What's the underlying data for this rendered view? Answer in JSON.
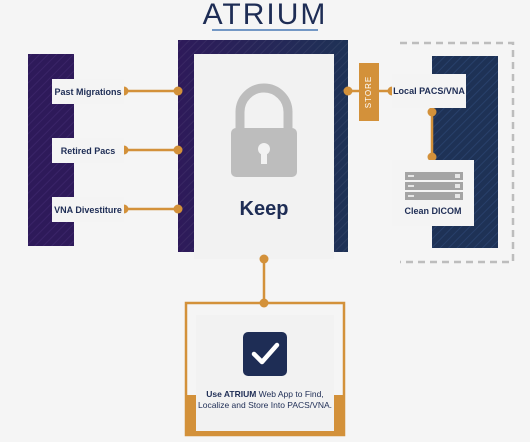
{
  "title": "ATRIUM",
  "sources": [
    {
      "label": "Past Migrations"
    },
    {
      "label": "Retired Pacs"
    },
    {
      "label": "VNA Divestiture"
    }
  ],
  "center": {
    "label": "Keep",
    "icon": "lock-icon"
  },
  "store_label": "STORE",
  "destinations": {
    "local": "Local PACS/VNA",
    "clean": "Clean DICOM",
    "clean_icon": "server-rack-icon"
  },
  "webapp": {
    "icon": "checkmark-icon",
    "brand": "Use ATRIUM",
    "text": " Web App to Find, Localize and Store Into PACS/VNA."
  },
  "colors": {
    "purple": "#2e1a5a",
    "navy": "#1e3256",
    "orange": "#d3913a",
    "panel": "#f2f2f2",
    "text": "#1e2d55"
  }
}
